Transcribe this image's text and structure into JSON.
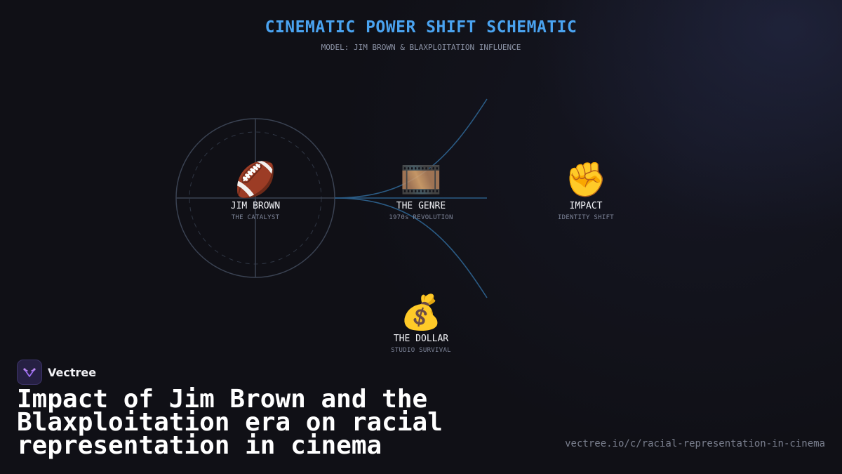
{
  "header": {
    "title": "CINEMATIC POWER SHIFT SCHEMATIC",
    "subtitle": "MODEL: JIM BROWN & BLAXPLOITATION INFLUENCE"
  },
  "nodes": [
    {
      "id": "jim-brown",
      "icon": "american-football-icon",
      "emoji": "🏈",
      "label": "JIM BROWN",
      "sub": "THE CATALYST"
    },
    {
      "id": "genre",
      "icon": "film-frames-icon",
      "emoji": "🎞️",
      "label": "THE GENRE",
      "sub": "1970s REVOLUTION"
    },
    {
      "id": "impact",
      "icon": "raised-fist-icon",
      "emoji": "✊",
      "label": "IMPACT",
      "sub": "IDENTITY SHIFT"
    },
    {
      "id": "dollar",
      "icon": "money-bag-icon",
      "emoji": "💰",
      "label": "THE DOLLAR",
      "sub": "STUDIO SURVIVAL"
    }
  ],
  "colors": {
    "title": "#4aa3f0",
    "connector": "#2b5c86",
    "ring": "#3a4252",
    "background": "#101016"
  },
  "brand": {
    "name": "Vectree",
    "icon": "vectree-logo-icon"
  },
  "headline": "Impact of Jim Brown and the Blaxploitation era on racial representation in cinema",
  "url": "vectree.io/c/racial-representation-in-cinema"
}
